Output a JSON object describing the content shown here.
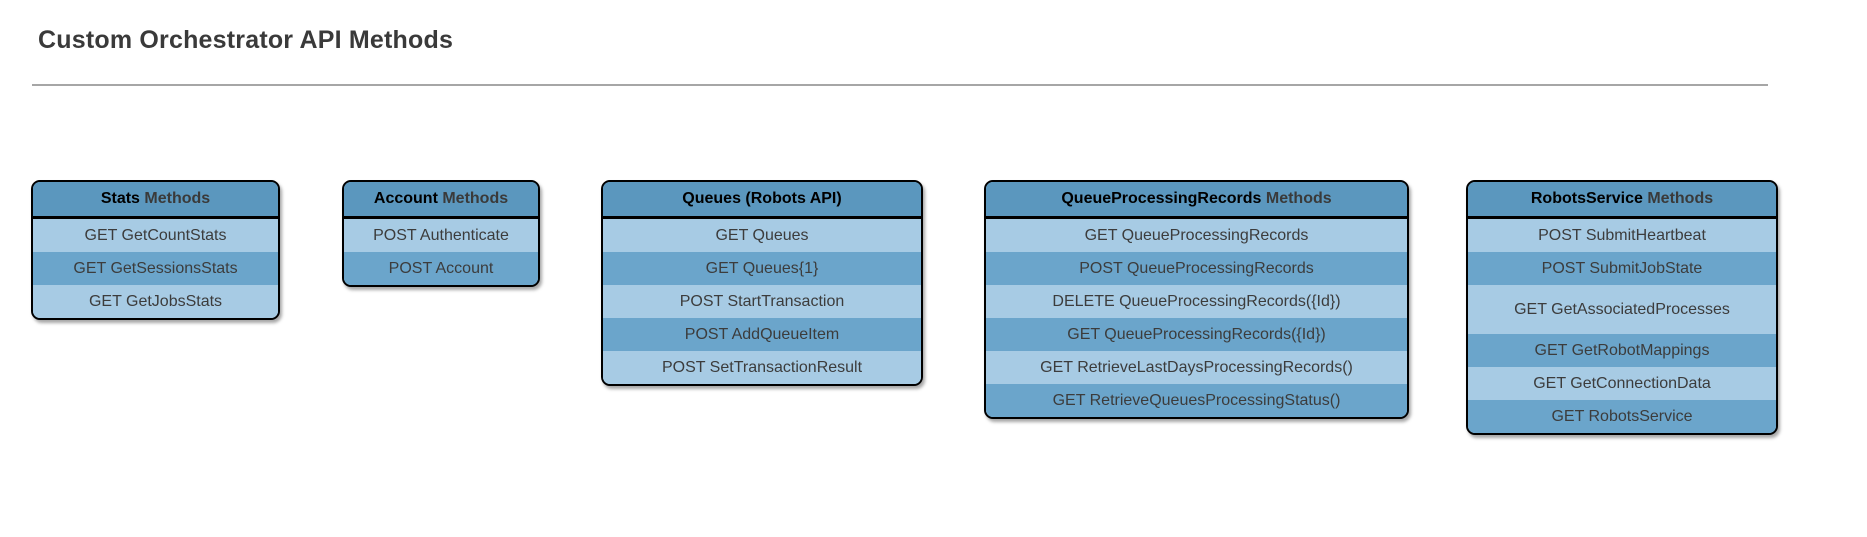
{
  "page": {
    "title": "Custom Orchestrator API Methods"
  },
  "colors": {
    "page_bg": "#ffffff",
    "title_color": "#3a3a3a",
    "divider": "#a6a6a6",
    "header_fill": "#5b97be",
    "row_light": "#a7cbe4",
    "row_medium": "#6ba5cb",
    "border": "#000000",
    "header_strong_text": "#000000",
    "header_rest_text": "#3a3a3a",
    "row_text": "#3c3c3c"
  },
  "tables": [
    {
      "id": "stats",
      "title_strong": "Stats",
      "title_rest": " Methods",
      "rows": [
        "GET GetCountStats",
        "GET GetSessionsStats",
        "GET GetJobsStats"
      ]
    },
    {
      "id": "account",
      "title_strong": "Account",
      "title_rest": " Methods",
      "rows": [
        "POST Authenticate",
        "POST Account"
      ]
    },
    {
      "id": "queues",
      "title_strong": "Queues (Robots API)",
      "title_rest": "",
      "rows": [
        "GET Queues",
        "GET Queues{1}",
        "POST StartTransaction",
        "POST AddQueueItem",
        "POST SetTransactionResult"
      ]
    },
    {
      "id": "queue-processing-records",
      "title_strong": "QueueProcessingRecords",
      "title_rest": " Methods",
      "rows": [
        "GET QueueProcessingRecords",
        "POST QueueProcessingRecords",
        "DELETE QueueProcessingRecords({Id})",
        "GET QueueProcessingRecords({Id})",
        "GET RetrieveLastDaysProcessingRecords()",
        "GET RetrieveQueuesProcessingStatus()"
      ]
    },
    {
      "id": "robots-service",
      "title_strong": "RobotsService",
      "title_rest": " Methods",
      "rows": [
        "POST SubmitHeartbeat",
        "POST SubmitJobState",
        "GET GetAssociatedProcesses",
        "GET GetRobotMappings",
        "GET GetConnectionData",
        "GET RobotsService"
      ]
    }
  ]
}
